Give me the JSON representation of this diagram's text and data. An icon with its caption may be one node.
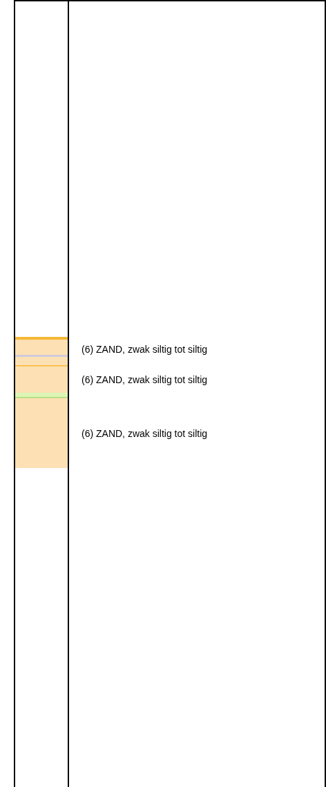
{
  "diagram": {
    "labels": [
      "(6) ZAND, zwak siltig tot siltig",
      "(6) ZAND, zwak siltig tot siltig",
      "(6) ZAND, zwak siltig tot siltig"
    ]
  }
}
